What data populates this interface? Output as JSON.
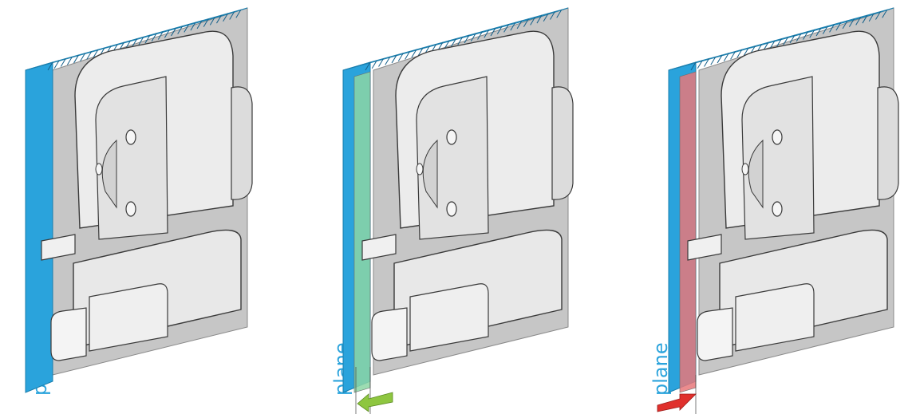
{
  "panels": [
    {
      "label": "plane",
      "variant": "base",
      "layer_color": "#2aa3dc",
      "arrow": "none"
    },
    {
      "label": "plane",
      "variant": "offset-outward",
      "layer_color": "#8cd6a4",
      "arrow": "left",
      "arrow_color": "#8ec640"
    },
    {
      "label": "plane",
      "variant": "offset-inward",
      "layer_color": "#e8787a",
      "arrow": "right",
      "arrow_color": "#e0302c"
    }
  ],
  "colors": {
    "plane": "#2aa3dc",
    "plate": "#c6c6c6",
    "body": "#ececec",
    "stroke": "#3a3a3a"
  }
}
